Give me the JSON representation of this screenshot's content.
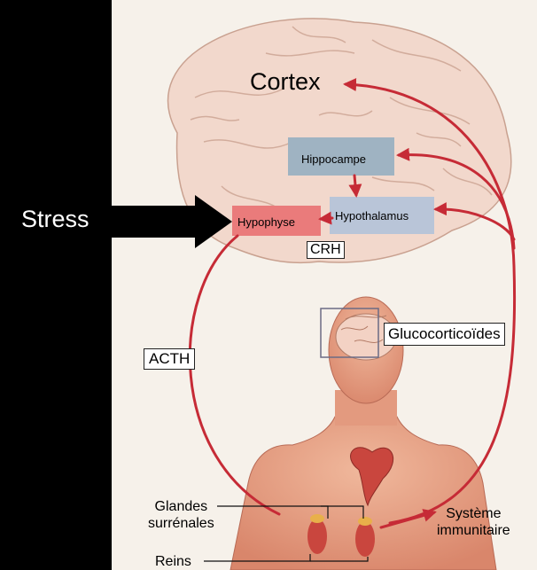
{
  "labels": {
    "stress": "Stress",
    "cortex": "Cortex",
    "hippocampe": "Hippocampe",
    "hypothalamus": "Hypothalamus",
    "hypophyse": "Hypophyse",
    "crh": "CRH",
    "acth": "ACTH",
    "glucocorticoides": "Glucocorticoïdes",
    "glandes_line1": "Glandes",
    "glandes_line2": "surrénales",
    "reins": "Reins",
    "systeme_line1": "Système",
    "systeme_line2": "immunitaire"
  },
  "colors": {
    "background_panel": "#000000",
    "arrow": "#c62b36",
    "brain": "#f2d8cc",
    "hippocampe_box": "#9fb3c2",
    "hypothalamus_box": "#b9c5d8",
    "hypophyse_box": "#ea7b7b",
    "body": "#e9a486"
  }
}
